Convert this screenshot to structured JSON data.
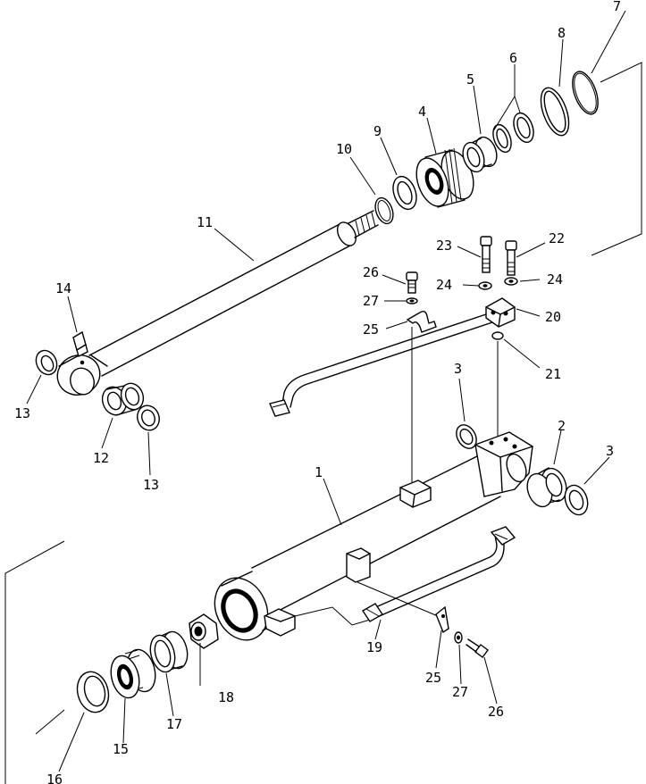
{
  "labels": {
    "p1": "1",
    "p2": "2",
    "p3a": "3",
    "p3b": "3",
    "p4": "4",
    "p5": "5",
    "p6": "6",
    "p7": "7",
    "p8": "8",
    "p9": "9",
    "p10": "10",
    "p11": "11",
    "p12": "12",
    "p13a": "13",
    "p13b": "13",
    "p14": "14",
    "p15": "15",
    "p16": "16",
    "p17": "17",
    "p18": "18",
    "p19": "19",
    "p20": "20",
    "p21": "21",
    "p22": "22",
    "p23": "23",
    "p24a": "24",
    "p24b": "24",
    "p25a": "25",
    "p25b": "25",
    "p26a": "26",
    "p26b": "26",
    "p27a": "27",
    "p27b": "27"
  }
}
